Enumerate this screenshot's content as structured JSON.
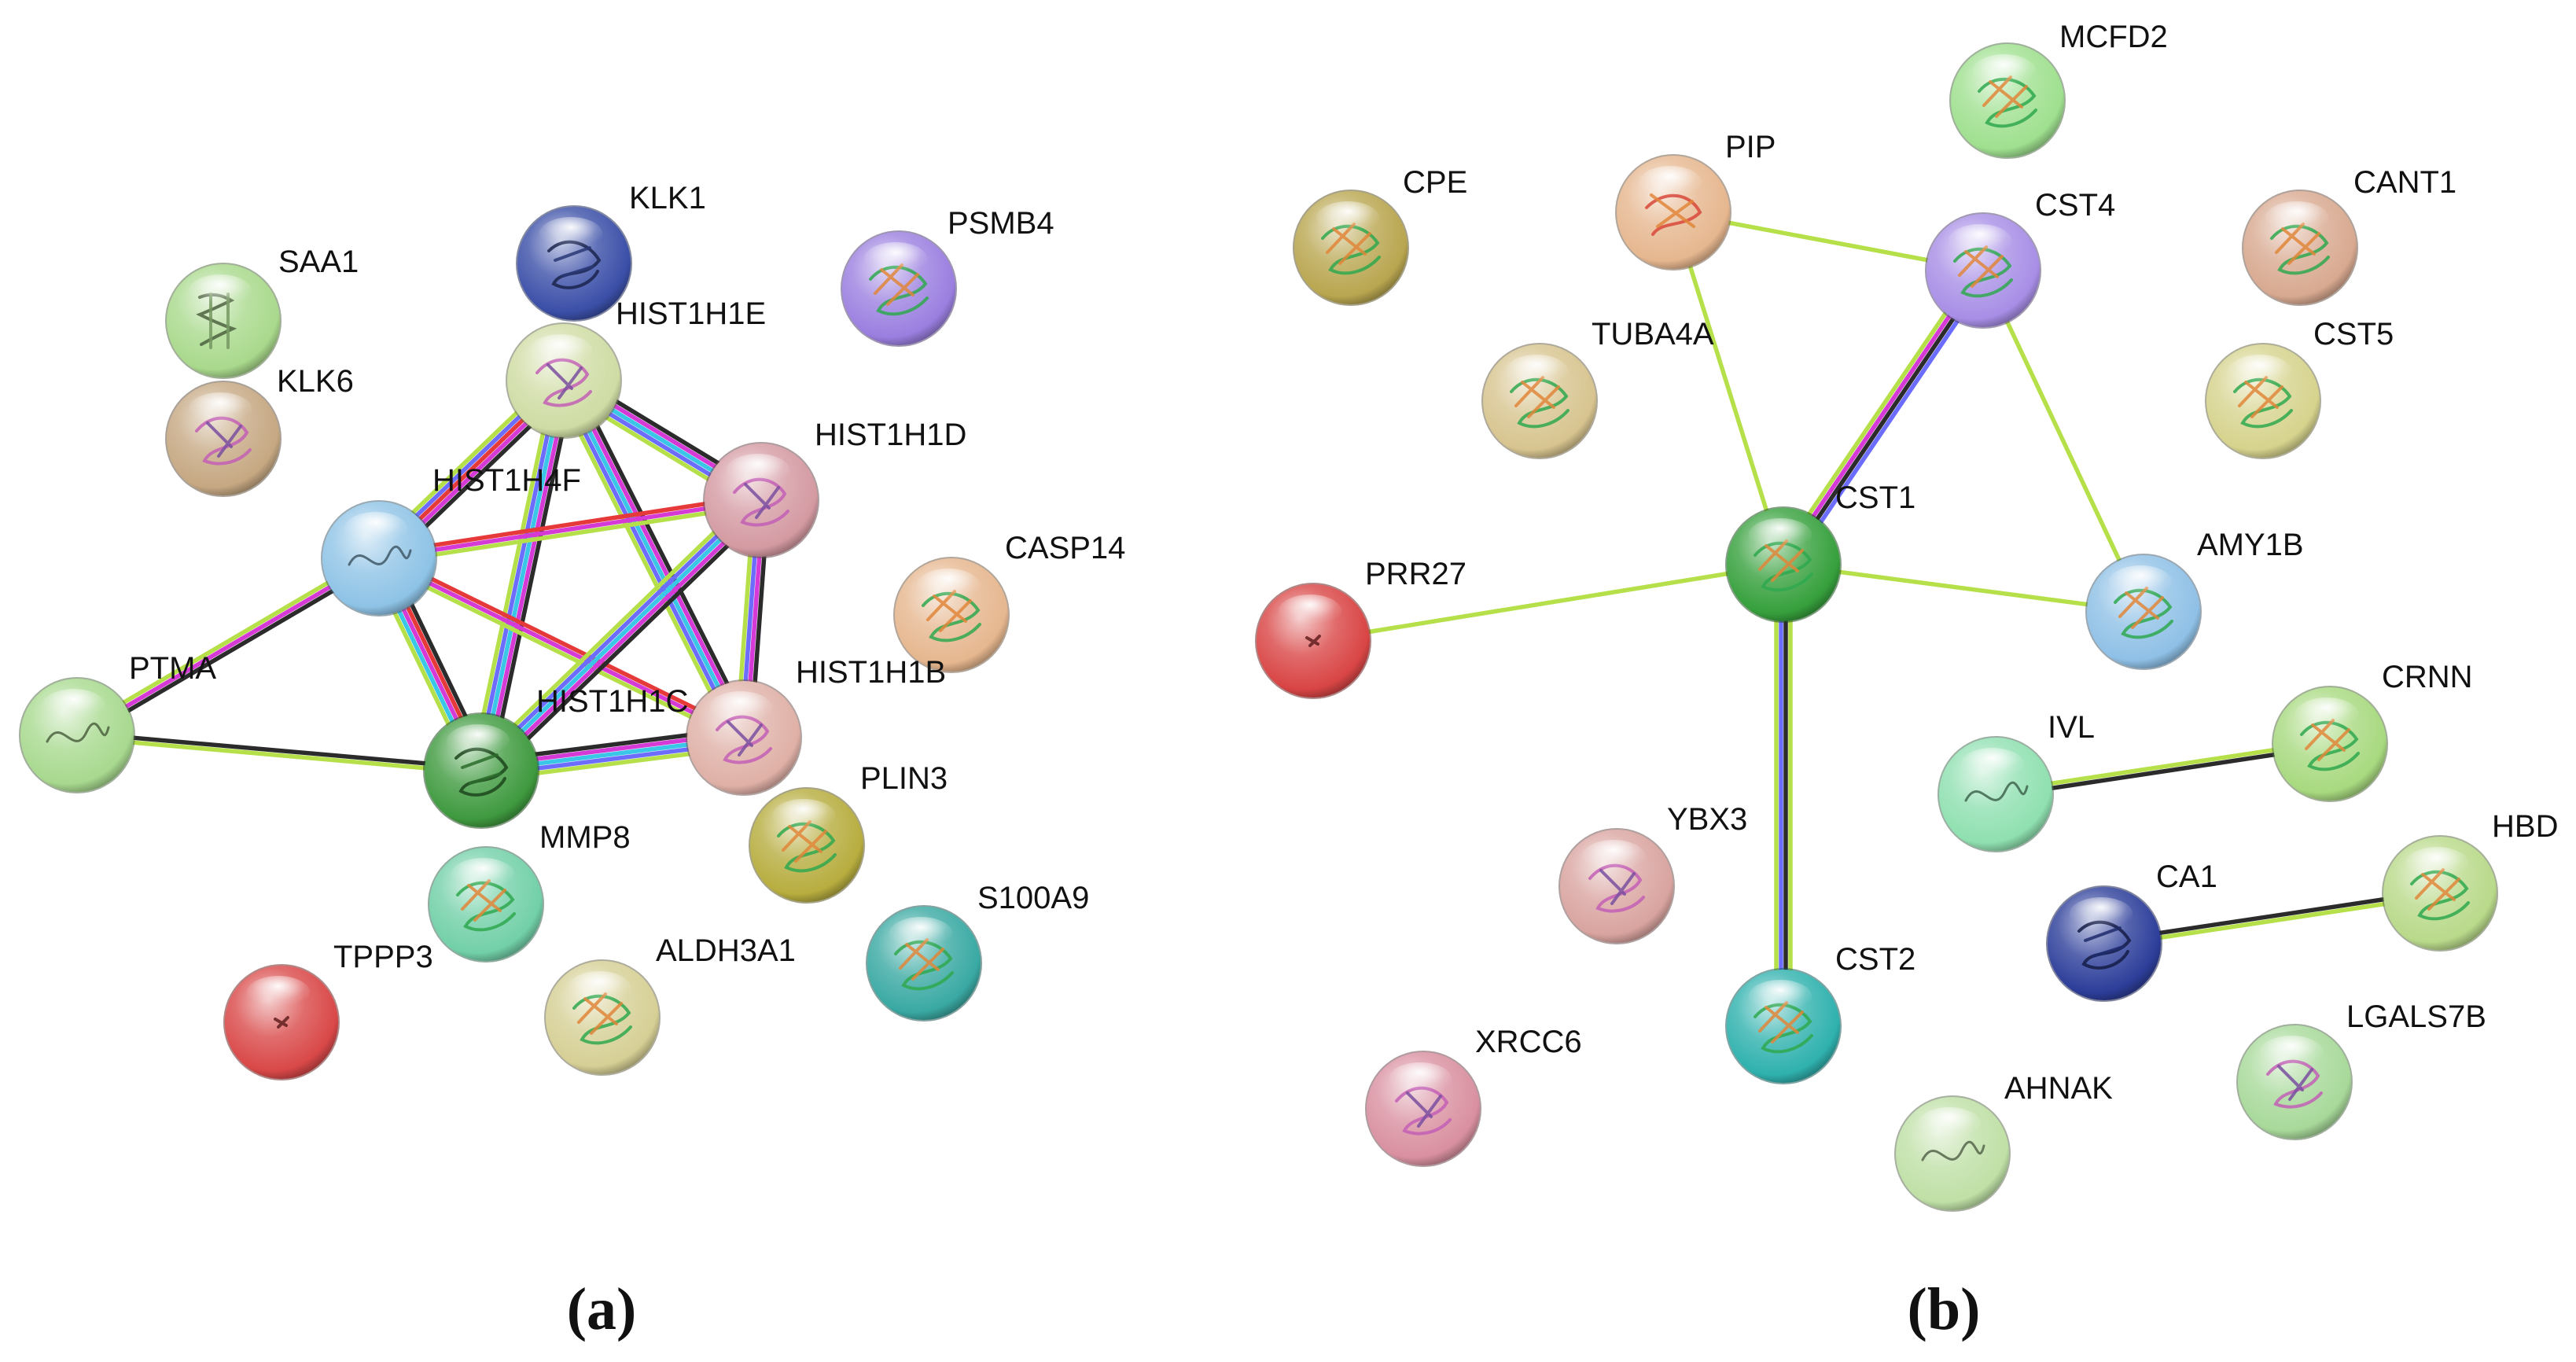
{
  "panels": [
    {
      "id": "a",
      "label": "(a)",
      "nodes": [
        {
          "id": "SAA1",
          "label": "SAA1",
          "color": "#a9d98c",
          "texture": "helix-gray"
        },
        {
          "id": "KLK6",
          "label": "KLK6",
          "color": "#c6a882",
          "texture": "fold-pink"
        },
        {
          "id": "KLK1",
          "label": "KLK1",
          "color": "#3b4fa8",
          "texture": "fold-dark"
        },
        {
          "id": "PSMB4",
          "label": "PSMB4",
          "color": "#9b7fe0",
          "texture": "fold-multi"
        },
        {
          "id": "HIST1H1E",
          "label": "HIST1H1E",
          "color": "#cfdca4",
          "texture": "fold-pink"
        },
        {
          "id": "HIST1H4F",
          "label": "HIST1H4F",
          "color": "#8ec3e6",
          "texture": "coil"
        },
        {
          "id": "HIST1H1D",
          "label": "HIST1H1D",
          "color": "#d49aa2",
          "texture": "fold-pink"
        },
        {
          "id": "CASP14",
          "label": "CASP14",
          "color": "#e6b78f",
          "texture": "fold-multi"
        },
        {
          "id": "HIST1H1B",
          "label": "HIST1H1B",
          "color": "#dfb0a6",
          "texture": "fold-pink"
        },
        {
          "id": "HIST1H1C",
          "label": "HIST1H1C",
          "color": "#3f9a3f",
          "texture": "fold-dark"
        },
        {
          "id": "PTMA",
          "label": "PTMA",
          "color": "#a8d98f",
          "texture": "coil"
        },
        {
          "id": "PLIN3",
          "label": "PLIN3",
          "color": "#b7ad3f",
          "texture": "fold-multi"
        },
        {
          "id": "MMP8",
          "label": "MMP8",
          "color": "#72d0a8",
          "texture": "fold-multi"
        },
        {
          "id": "S100A9",
          "label": "S100A9",
          "color": "#3aa9a3",
          "texture": "fold-multi"
        },
        {
          "id": "TPPP3",
          "label": "TPPP3",
          "color": "#d94848",
          "texture": "tiny"
        },
        {
          "id": "ALDH3A1",
          "label": "ALDH3A1",
          "color": "#d6cf95",
          "texture": "fold-multi"
        }
      ],
      "edges": [
        {
          "source": "HIST1H1E",
          "target": "HIST1H4F",
          "colors": [
            "#2b2b2b",
            "#d63ad6",
            "#e63a3a",
            "#6c6cff",
            "#b6e04a"
          ]
        },
        {
          "source": "HIST1H1E",
          "target": "HIST1H1D",
          "colors": [
            "#2b2b2b",
            "#d63ad6",
            "#3ac6e6",
            "#6c6cff",
            "#b6e04a"
          ]
        },
        {
          "source": "HIST1H1E",
          "target": "HIST1H1C",
          "colors": [
            "#2b2b2b",
            "#d63ad6",
            "#3ac6e6",
            "#6c6cff",
            "#b6e04a"
          ]
        },
        {
          "source": "HIST1H1E",
          "target": "HIST1H1B",
          "colors": [
            "#2b2b2b",
            "#d63ad6",
            "#3ac6e6",
            "#6c6cff",
            "#b6e04a"
          ]
        },
        {
          "source": "HIST1H4F",
          "target": "HIST1H1D",
          "colors": [
            "#e63a3a",
            "#d63ad6",
            "#b6e04a"
          ]
        },
        {
          "source": "HIST1H4F",
          "target": "HIST1H1C",
          "colors": [
            "#2b2b2b",
            "#e63a3a",
            "#d63ad6",
            "#3ac6e6",
            "#b6e04a"
          ]
        },
        {
          "source": "HIST1H4F",
          "target": "HIST1H1B",
          "colors": [
            "#e63a3a",
            "#d63ad6",
            "#b6e04a"
          ]
        },
        {
          "source": "HIST1H4F",
          "target": "PTMA",
          "colors": [
            "#2b2b2b",
            "#d63ad6",
            "#b6e04a"
          ]
        },
        {
          "source": "HIST1H1D",
          "target": "HIST1H1C",
          "colors": [
            "#2b2b2b",
            "#d63ad6",
            "#3ac6e6",
            "#6c6cff",
            "#b6e04a"
          ]
        },
        {
          "source": "HIST1H1D",
          "target": "HIST1H1B",
          "colors": [
            "#2b2b2b",
            "#d63ad6",
            "#6c6cff",
            "#b6e04a"
          ]
        },
        {
          "source": "HIST1H1C",
          "target": "HIST1H1B",
          "colors": [
            "#2b2b2b",
            "#d63ad6",
            "#3ac6e6",
            "#6c6cff",
            "#b6e04a"
          ]
        },
        {
          "source": "PTMA",
          "target": "HIST1H1C",
          "colors": [
            "#2b2b2b",
            "#b6e04a"
          ]
        }
      ]
    },
    {
      "id": "b",
      "label": "(b)",
      "nodes": [
        {
          "id": "MCFD2",
          "label": "MCFD2",
          "color": "#9fe08f",
          "texture": "fold-multi"
        },
        {
          "id": "PIP",
          "label": "PIP",
          "color": "#e6b78f",
          "texture": "fold-red"
        },
        {
          "id": "CPE",
          "label": "CPE",
          "color": "#b9a650",
          "texture": "fold-multi"
        },
        {
          "id": "CST4",
          "label": "CST4",
          "color": "#a88ee6",
          "texture": "fold-multi"
        },
        {
          "id": "CANT1",
          "label": "CANT1",
          "color": "#d8a990",
          "texture": "fold-multi"
        },
        {
          "id": "TUBA4A",
          "label": "TUBA4A",
          "color": "#d7c48f",
          "texture": "fold-multi"
        },
        {
          "id": "CST5",
          "label": "CST5",
          "color": "#d6d38d",
          "texture": "fold-multi"
        },
        {
          "id": "CST1",
          "label": "CST1",
          "color": "#36a03c",
          "texture": "fold-multi"
        },
        {
          "id": "PRR27",
          "label": "PRR27",
          "color": "#d94545",
          "texture": "tiny"
        },
        {
          "id": "AMY1B",
          "label": "AMY1B",
          "color": "#8fc0e6",
          "texture": "fold-multi"
        },
        {
          "id": "CRNN",
          "label": "CRNN",
          "color": "#a8d97f",
          "texture": "fold-multi"
        },
        {
          "id": "IVL",
          "label": "IVL",
          "color": "#8fe0b0",
          "texture": "coil"
        },
        {
          "id": "YBX3",
          "label": "YBX3",
          "color": "#d9a4a0",
          "texture": "fold-pink"
        },
        {
          "id": "HBD",
          "label": "HBD",
          "color": "#b9d98a",
          "texture": "fold-multi"
        },
        {
          "id": "CA1",
          "label": "CA1",
          "color": "#2d3e9a",
          "texture": "fold-dark"
        },
        {
          "id": "CST2",
          "label": "CST2",
          "color": "#2fb1ae",
          "texture": "fold-multi"
        },
        {
          "id": "LGALS7B",
          "label": "LGALS7B",
          "color": "#a8d99a",
          "texture": "fold-pink"
        },
        {
          "id": "XRCC6",
          "label": "XRCC6",
          "color": "#d990a0",
          "texture": "fold-pink"
        },
        {
          "id": "AHNAK",
          "label": "AHNAK",
          "color": "#bfe0a6",
          "texture": "coil"
        }
      ],
      "edges": [
        {
          "source": "PIP",
          "target": "CST4",
          "colors": [
            "#b6e04a"
          ]
        },
        {
          "source": "PIP",
          "target": "CST1",
          "colors": [
            "#b6e04a"
          ]
        },
        {
          "source": "CST4",
          "target": "CST1",
          "colors": [
            "#6c6cff",
            "#2b2b2b",
            "#d63ad6",
            "#b6e04a"
          ]
        },
        {
          "source": "CST4",
          "target": "AMY1B",
          "colors": [
            "#b6e04a"
          ]
        },
        {
          "source": "CST1",
          "target": "PRR27",
          "colors": [
            "#b6e04a"
          ]
        },
        {
          "source": "CST1",
          "target": "AMY1B",
          "colors": [
            "#b6e04a"
          ]
        },
        {
          "source": "CST1",
          "target": "CST2",
          "colors": [
            "#b6e04a",
            "#2b2b2b",
            "#6c6cff",
            "#b6e04a"
          ]
        },
        {
          "source": "IVL",
          "target": "CRNN",
          "colors": [
            "#b6e04a",
            "#2b2b2b"
          ]
        },
        {
          "source": "CA1",
          "target": "HBD",
          "colors": [
            "#2b2b2b",
            "#b6e04a"
          ]
        }
      ]
    }
  ]
}
